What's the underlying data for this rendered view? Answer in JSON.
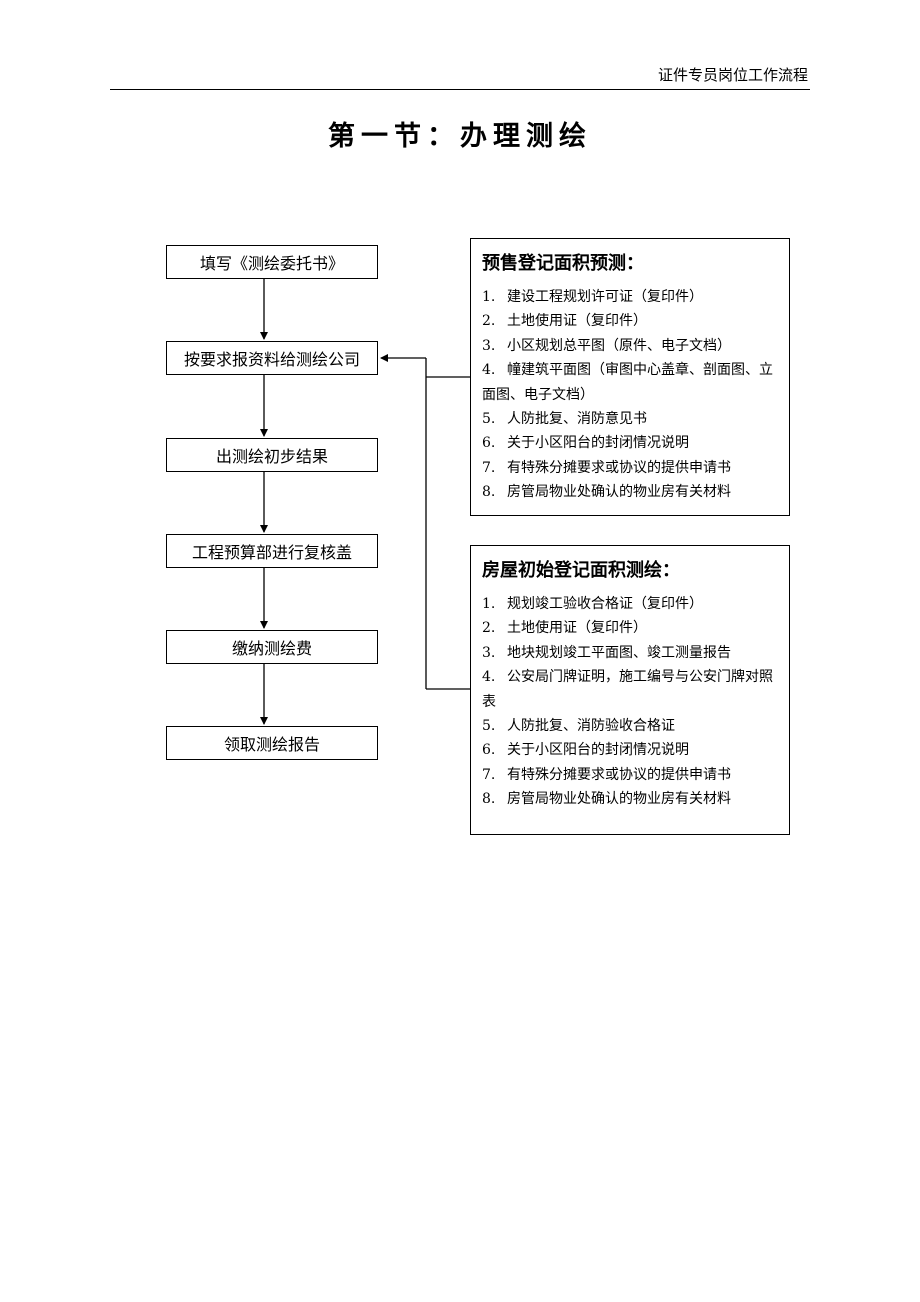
{
  "header": {
    "text": "证件专员岗位工作流程"
  },
  "title": "第一节：办理测绘",
  "flow_steps": [
    "填写《测绘委托书》",
    "按要求报资料给测绘公司",
    "出测绘初步结果",
    "工程预算部进行复核盖",
    "缴纳测绘费",
    "领取测绘报告"
  ],
  "presale": {
    "title": "预售登记面积预测：",
    "items": [
      {
        "num": "1.",
        "text": "建设工程规划许可证（复印件）"
      },
      {
        "num": "2.",
        "text": "土地使用证（复印件）"
      },
      {
        "num": "3.",
        "text": "小区规划总平图（原件、电子文档）"
      },
      {
        "num": "4.",
        "text": "幢建筑平面图（审图中心盖章、剖面图、立面图、电子文档）"
      },
      {
        "num": "5.",
        "text": "人防批复、消防意见书"
      },
      {
        "num": "6.",
        "text": "关于小区阳台的封闭情况说明"
      },
      {
        "num": "7.",
        "text": "有特殊分摊要求或协议的提供申请书"
      },
      {
        "num": "8.",
        "text": "房管局物业处确认的物业房有关材料"
      }
    ]
  },
  "initial": {
    "title": "房屋初始登记面积测绘：",
    "items": [
      {
        "num": "1.",
        "text": "规划竣工验收合格证（复印件）"
      },
      {
        "num": "2.",
        "text": "土地使用证（复印件）"
      },
      {
        "num": "3.",
        "text": "地块规划竣工平面图、竣工测量报告"
      },
      {
        "num": "4.",
        "text": "公安局门牌证明，施工编号与公安门牌对照表"
      },
      {
        "num": "5.",
        "text": "人防批复、消防验收合格证"
      },
      {
        "num": "6.",
        "text": "关于小区阳台的封闭情况说明"
      },
      {
        "num": "7.",
        "text": "有特殊分摊要求或协议的提供申请书"
      },
      {
        "num": "8.",
        "text": "房管局物业处确认的物业房有关材料"
      }
    ]
  }
}
